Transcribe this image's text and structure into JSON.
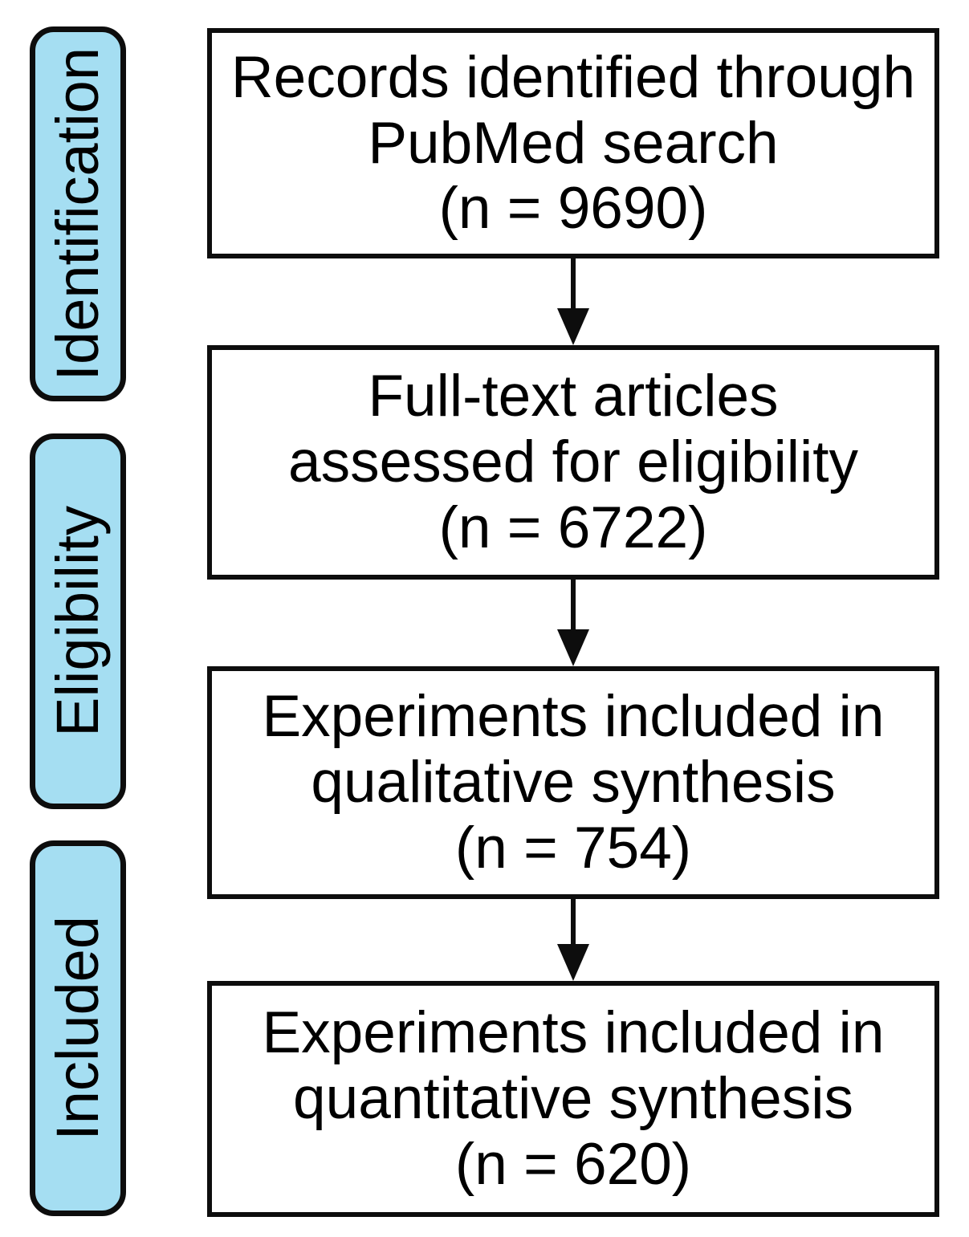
{
  "figure": {
    "type": "prisma-flow-diagram",
    "colors": {
      "stage_fill": "#a5def2",
      "stroke": "#0d0d0d",
      "box_fill": "#ffffff",
      "text": "#000000"
    },
    "stages": [
      {
        "label": "Identification"
      },
      {
        "label": "Eligibility"
      },
      {
        "label": "Included"
      }
    ],
    "boxes": [
      {
        "lines": [
          "Records identified through",
          "PubMed search",
          "(n = 9690)"
        ],
        "n": 9690
      },
      {
        "lines": [
          "Full-text articles",
          "assessed for eligibility",
          "(n = 6722)"
        ],
        "n": 6722
      },
      {
        "lines": [
          "Experiments included in",
          "qualitative synthesis",
          "(n = 754)"
        ],
        "n": 754
      },
      {
        "lines": [
          "Experiments included in",
          "quantitative synthesis",
          "(n = 620)"
        ],
        "n": 620
      }
    ],
    "connections": [
      {
        "from": 0,
        "to": 1
      },
      {
        "from": 1,
        "to": 2
      },
      {
        "from": 2,
        "to": 3
      }
    ]
  }
}
